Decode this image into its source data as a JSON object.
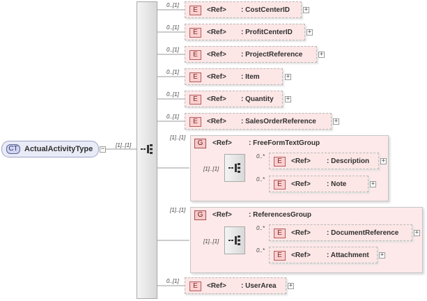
{
  "complex_type": {
    "badge": "CT",
    "name": "ActualActivityType",
    "collapse": "−"
  },
  "sequence_occurrence": "[1]..[1]",
  "ref_label": "<Ref>",
  "element_badge": "E",
  "group_badge": "G",
  "expand_symbol": "+",
  "elements": [
    {
      "occurrence": "0..[1]",
      "name": ": CostCenterID"
    },
    {
      "occurrence": "0..[1]",
      "name": ": ProfitCenterID"
    },
    {
      "occurrence": "0..[1]",
      "name": ": ProjectReference"
    },
    {
      "occurrence": "0..[1]",
      "name": ": Item"
    },
    {
      "occurrence": "0..[1]",
      "name": ": Quantity"
    },
    {
      "occurrence": "0..[1]",
      "name": ": SalesOrderReference"
    }
  ],
  "groups": [
    {
      "occurrence": "[1]..[1]",
      "name": ": FreeFormTextGroup",
      "sequence_occurrence": "[1]..[1]",
      "children": [
        {
          "occurrence": "0..*",
          "name": ": Description"
        },
        {
          "occurrence": "0..*",
          "name": ": Note"
        }
      ]
    },
    {
      "occurrence": "[1]..[1]",
      "name": ": ReferencesGroup",
      "sequence_occurrence": "[1]..[1]",
      "children": [
        {
          "occurrence": "0..*",
          "name": ": DocumentReference"
        },
        {
          "occurrence": "0..*",
          "name": ": Attachment"
        }
      ]
    }
  ],
  "last_element": {
    "occurrence": "0..[1]",
    "name": ": UserArea"
  }
}
